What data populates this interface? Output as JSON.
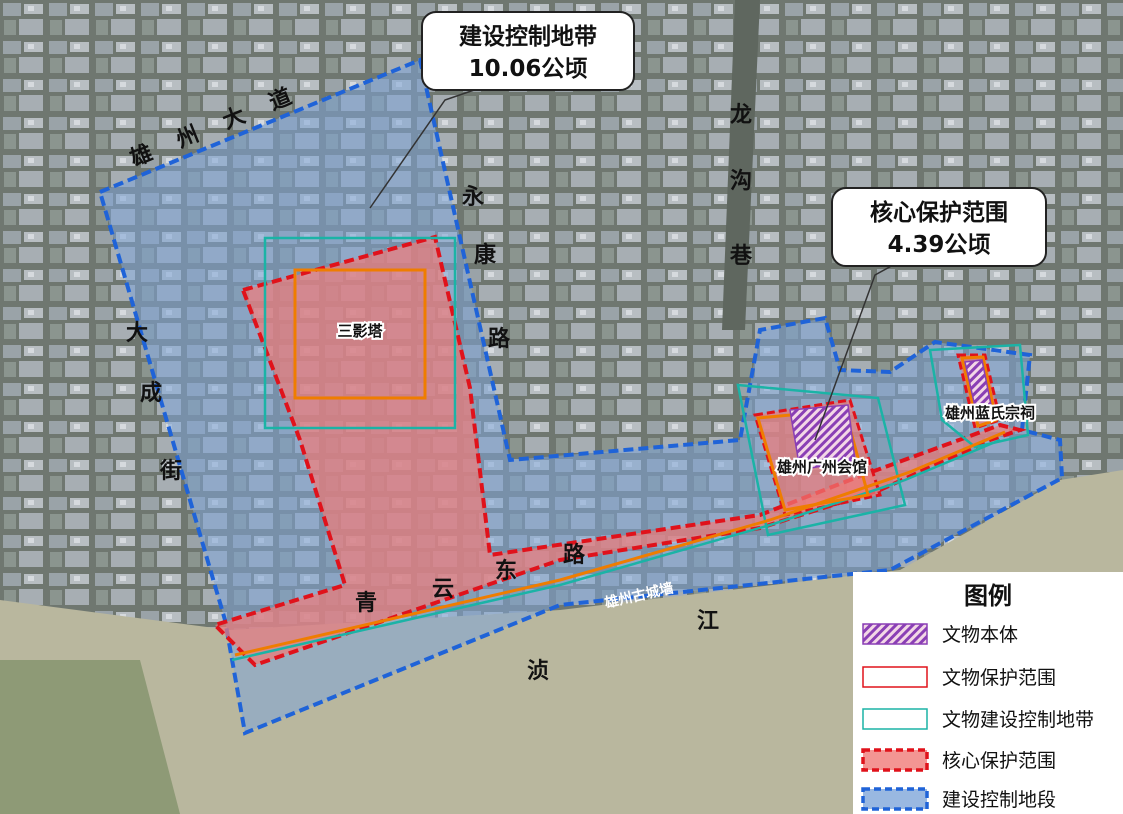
{
  "callouts": {
    "construction_zone": {
      "line1": "建设控制地带",
      "line2": "10.06公顷"
    },
    "core_zone": {
      "line1": "核心保护范围",
      "line2": "4.39公顷"
    }
  },
  "roads": {
    "xiongzhou_avenue": [
      "雄",
      "州",
      "大",
      "道"
    ],
    "dacheng_street": [
      "大",
      "成",
      "街"
    ],
    "yongkang_road": [
      "永",
      "康",
      "路"
    ],
    "longgou_lane": [
      "龙",
      "沟",
      "巷"
    ],
    "qingyun_east_road": [
      "青",
      "云",
      "东",
      "路"
    ],
    "zhen_river": [
      "浈",
      "江"
    ]
  },
  "sites": {
    "sanying_pagoda": "三影塔",
    "guangzhou_guild_hall": "雄州广州会馆",
    "lan_ancestral_hall": "雄州蓝氏宗祠",
    "ancient_city_wall": "雄州古城墙"
  },
  "legend": {
    "title": "图例",
    "items": [
      {
        "label": "文物本体",
        "swatch": "hatch"
      },
      {
        "label": "文物保护范围",
        "swatch": "red-outline"
      },
      {
        "label": "文物建设控制地带",
        "swatch": "teal-outline"
      },
      {
        "label": "核心保护范围",
        "swatch": "red-dashed-fill"
      },
      {
        "label": "建设控制地段",
        "swatch": "blue-dashed-fill"
      }
    ]
  },
  "colors": {
    "core_zone_fill": "#f07a78",
    "core_zone_border": "#e0121b",
    "construction_zone_fill": "#7fa6d9",
    "construction_zone_border": "#1f63d8",
    "protection_outline": "#ef7d00",
    "construction_outline": "#1bb3a6",
    "heritage_hatch": "#8a3fb5"
  }
}
